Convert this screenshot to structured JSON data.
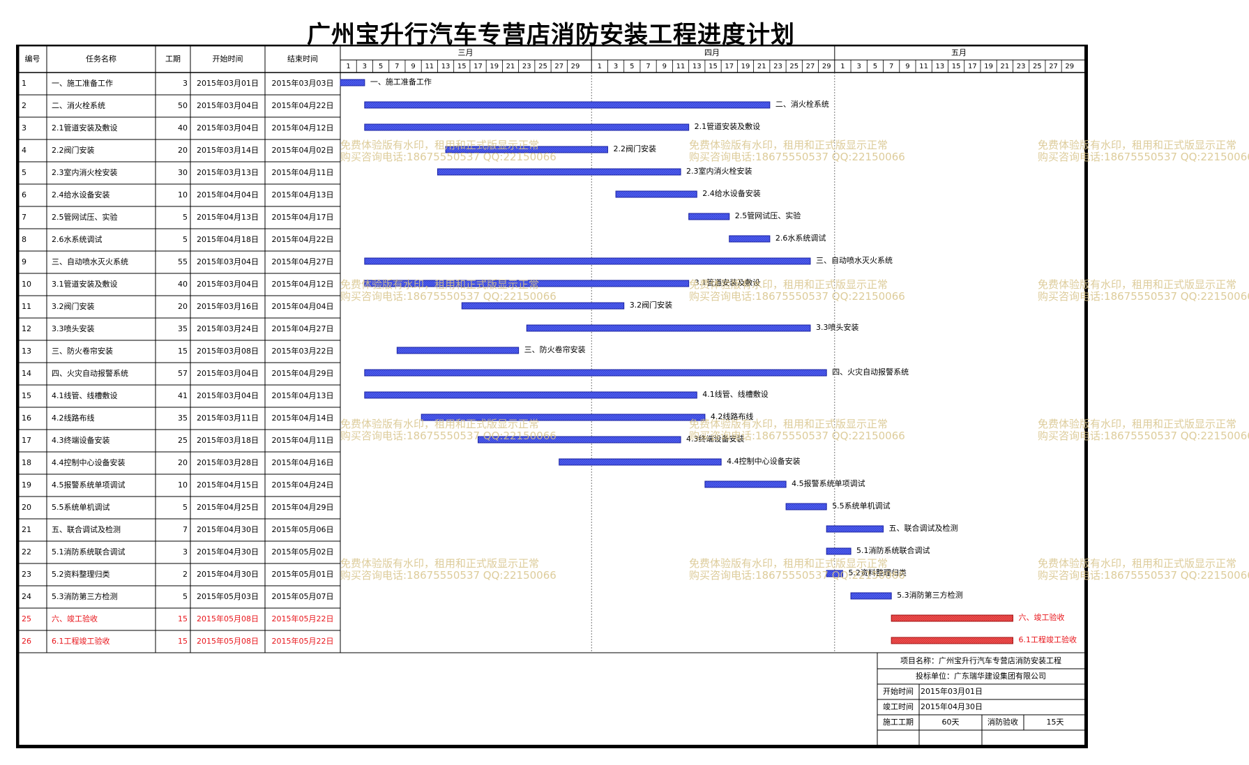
{
  "title": "广州宝升行汽车专营店消防安装工程进度计划",
  "headers": {
    "id": "编号",
    "name": "任务名称",
    "duration": "工期",
    "start": "开始时间",
    "end": "结束时间"
  },
  "months": [
    "三月",
    "四月",
    "五月"
  ],
  "day_ticks": {
    "march": [
      "1",
      "3",
      "5",
      "7",
      "9",
      "11",
      "13",
      "15",
      "17",
      "19",
      "21",
      "23",
      "25",
      "27",
      "29"
    ],
    "april": [
      "1",
      "3",
      "5",
      "7",
      "9",
      "11",
      "13",
      "15",
      "17",
      "19",
      "21",
      "23",
      "25",
      "27",
      "29"
    ],
    "may": [
      "1",
      "3",
      "5",
      "7",
      "9",
      "11",
      "13",
      "15",
      "17",
      "19",
      "21",
      "23",
      "25",
      "27",
      "29"
    ]
  },
  "colors": {
    "bar": "#5060f0",
    "bar_critical": "#f05050",
    "text_critical": "#e8141a",
    "watermark": "#d8c48a"
  },
  "watermark": {
    "line1": "免费体验版有水印，租用和正式版显示正常",
    "line2": "购买咨询电话:18675550537 QQ:22150066"
  },
  "chart_data": {
    "type": "gantt",
    "title": "广州宝升行汽车专营店消防安装工程进度计划",
    "x_range": [
      "2015-03-01",
      "2015-05-31"
    ],
    "tasks": [
      {
        "id": "1",
        "name": "一、施工准备工作",
        "duration": "3",
        "start": "2015年03月01日",
        "end": "2015年03月03日",
        "start_date": "2015-03-01",
        "end_date": "2015-03-03",
        "critical": false
      },
      {
        "id": "2",
        "name": "二、消火栓系统",
        "duration": "50",
        "start": "2015年03月04日",
        "end": "2015年04月22日",
        "start_date": "2015-03-04",
        "end_date": "2015-04-22",
        "critical": false
      },
      {
        "id": "3",
        "name": "2.1管道安装及敷设",
        "duration": "40",
        "start": "2015年03月04日",
        "end": "2015年04月12日",
        "start_date": "2015-03-04",
        "end_date": "2015-04-12",
        "critical": false
      },
      {
        "id": "4",
        "name": "2.2阀门安装",
        "duration": "20",
        "start": "2015年03月14日",
        "end": "2015年04月02日",
        "start_date": "2015-03-14",
        "end_date": "2015-04-02",
        "critical": false
      },
      {
        "id": "5",
        "name": "2.3室内消火栓安装",
        "duration": "30",
        "start": "2015年03月13日",
        "end": "2015年04月11日",
        "start_date": "2015-03-13",
        "end_date": "2015-04-11",
        "critical": false
      },
      {
        "id": "6",
        "name": "2.4给水设备安装",
        "duration": "10",
        "start": "2015年04月04日",
        "end": "2015年04月13日",
        "start_date": "2015-04-04",
        "end_date": "2015-04-13",
        "critical": false
      },
      {
        "id": "7",
        "name": "2.5管网试压、实验",
        "duration": "5",
        "start": "2015年04月13日",
        "end": "2015年04月17日",
        "start_date": "2015-04-13",
        "end_date": "2015-04-17",
        "critical": false
      },
      {
        "id": "8",
        "name": "2.6水系统调试",
        "duration": "5",
        "start": "2015年04月18日",
        "end": "2015年04月22日",
        "start_date": "2015-04-18",
        "end_date": "2015-04-22",
        "critical": false
      },
      {
        "id": "9",
        "name": "三、自动喷水灭火系统",
        "duration": "55",
        "start": "2015年03月04日",
        "end": "2015年04月27日",
        "start_date": "2015-03-04",
        "end_date": "2015-04-27",
        "critical": false
      },
      {
        "id": "10",
        "name": "3.1管道安装及敷设",
        "duration": "40",
        "start": "2015年03月04日",
        "end": "2015年04月12日",
        "start_date": "2015-03-04",
        "end_date": "2015-04-12",
        "critical": false
      },
      {
        "id": "11",
        "name": "3.2阀门安装",
        "duration": "20",
        "start": "2015年03月16日",
        "end": "2015年04月04日",
        "start_date": "2015-03-16",
        "end_date": "2015-04-04",
        "critical": false
      },
      {
        "id": "12",
        "name": "3.3喷头安装",
        "duration": "35",
        "start": "2015年03月24日",
        "end": "2015年04月27日",
        "start_date": "2015-03-24",
        "end_date": "2015-04-27",
        "critical": false
      },
      {
        "id": "13",
        "name": "三、防火卷帘安装",
        "duration": "15",
        "start": "2015年03月08日",
        "end": "2015年03月22日",
        "start_date": "2015-03-08",
        "end_date": "2015-03-22",
        "critical": false
      },
      {
        "id": "14",
        "name": "四、火灾自动报警系统",
        "duration": "57",
        "start": "2015年03月04日",
        "end": "2015年04月29日",
        "start_date": "2015-03-04",
        "end_date": "2015-04-29",
        "critical": false
      },
      {
        "id": "15",
        "name": "4.1线管、线槽敷设",
        "duration": "41",
        "start": "2015年03月04日",
        "end": "2015年04月13日",
        "start_date": "2015-03-04",
        "end_date": "2015-04-13",
        "critical": false
      },
      {
        "id": "16",
        "name": "4.2线路布线",
        "duration": "35",
        "start": "2015年03月11日",
        "end": "2015年04月14日",
        "start_date": "2015-03-11",
        "end_date": "2015-04-14",
        "critical": false
      },
      {
        "id": "17",
        "name": "4.3终端设备安装",
        "duration": "25",
        "start": "2015年03月18日",
        "end": "2015年04月11日",
        "start_date": "2015-03-18",
        "end_date": "2015-04-11",
        "critical": false
      },
      {
        "id": "18",
        "name": "4.4控制中心设备安装",
        "duration": "20",
        "start": "2015年03月28日",
        "end": "2015年04月16日",
        "start_date": "2015-03-28",
        "end_date": "2015-04-16",
        "critical": false
      },
      {
        "id": "19",
        "name": "4.5报警系统单项调试",
        "duration": "10",
        "start": "2015年04月15日",
        "end": "2015年04月24日",
        "start_date": "2015-04-15",
        "end_date": "2015-04-24",
        "critical": false
      },
      {
        "id": "20",
        "name": "5.5系统单机调试",
        "duration": "5",
        "start": "2015年04月25日",
        "end": "2015年04月29日",
        "start_date": "2015-04-25",
        "end_date": "2015-04-29",
        "critical": false
      },
      {
        "id": "21",
        "name": "五、联合调试及检测",
        "duration": "7",
        "start": "2015年04月30日",
        "end": "2015年05月06日",
        "start_date": "2015-04-30",
        "end_date": "2015-05-06",
        "critical": false
      },
      {
        "id": "22",
        "name": "5.1消防系统联合调试",
        "duration": "3",
        "start": "2015年04月30日",
        "end": "2015年05月02日",
        "start_date": "2015-04-30",
        "end_date": "2015-05-02",
        "critical": false
      },
      {
        "id": "23",
        "name": "5.2资料整理归类",
        "duration": "2",
        "start": "2015年04月30日",
        "end": "2015年05月01日",
        "start_date": "2015-04-30",
        "end_date": "2015-05-01",
        "critical": false
      },
      {
        "id": "24",
        "name": "5.3消防第三方检测",
        "duration": "5",
        "start": "2015年05月03日",
        "end": "2015年05月07日",
        "start_date": "2015-05-03",
        "end_date": "2015-05-07",
        "critical": false
      },
      {
        "id": "25",
        "name": "六、竣工验收",
        "duration": "15",
        "start": "2015年05月08日",
        "end": "2015年05月22日",
        "start_date": "2015-05-08",
        "end_date": "2015-05-22",
        "critical": true
      },
      {
        "id": "26",
        "name": "6.1工程竣工验收",
        "duration": "15",
        "start": "2015年05月08日",
        "end": "2015年05月22日",
        "start_date": "2015-05-08",
        "end_date": "2015-05-22",
        "critical": true
      }
    ]
  },
  "info": {
    "project": "项目名称：广州宝升行汽车专营店消防安装工程",
    "bidder": "投标单位：广东瑞华建设集团有限公司",
    "start_label": "开始时间",
    "start_value": "2015年03月01日",
    "end_label": "竣工时间",
    "end_value": "2015年04月30日",
    "period_label": "施工工期",
    "period_value": "60天",
    "acceptance_label": "消防验收",
    "acceptance_value": "15天"
  }
}
